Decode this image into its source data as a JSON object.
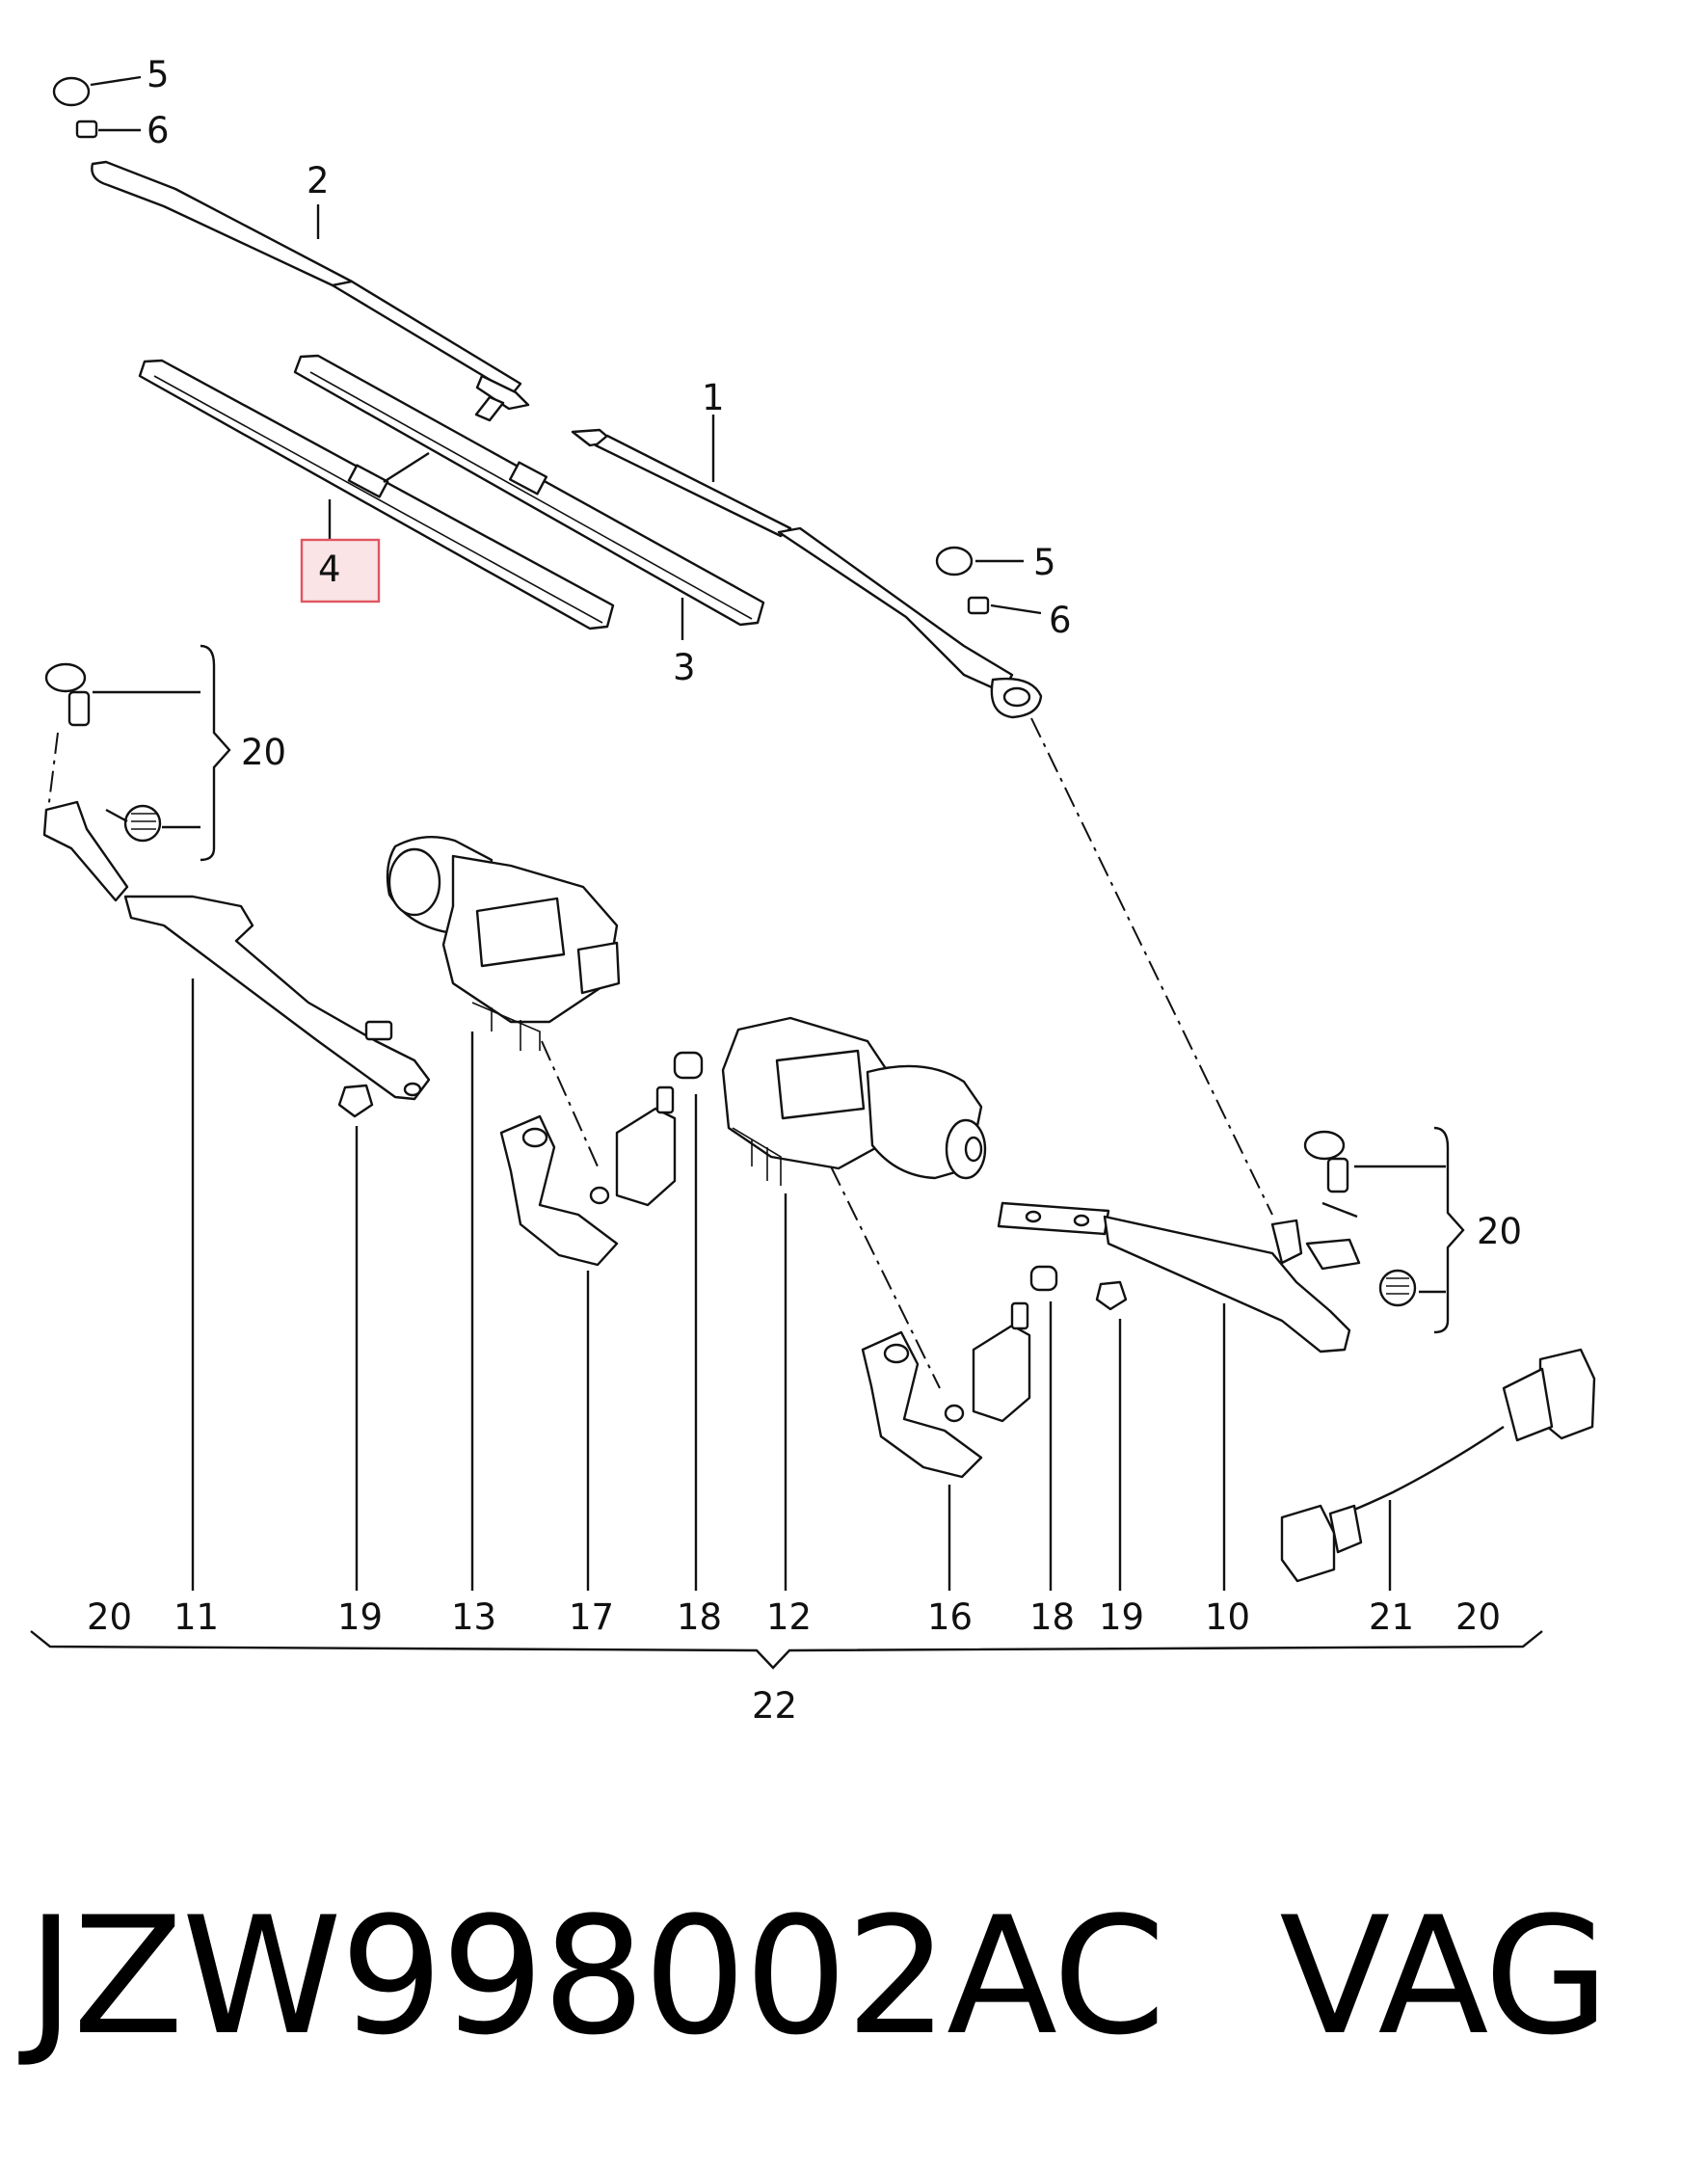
{
  "callouts": {
    "c1": "1",
    "c2": "2",
    "c3": "3",
    "c4": "4",
    "c5a": "5",
    "c6a": "6",
    "c5b": "5",
    "c6b": "6",
    "c20a": "20",
    "c20b": "20",
    "b20a": "20",
    "b11": "11",
    "b19a": "19",
    "b13": "13",
    "b17": "17",
    "b18a": "18",
    "b12": "12",
    "b16": "16",
    "b18b": "18",
    "b19b": "19",
    "b10": "10",
    "b21": "21",
    "b20b": "20",
    "b22": "22"
  },
  "highlight_color": "#e05560",
  "caption": {
    "part_number": "JZW998002AC",
    "brand": "VAG"
  }
}
